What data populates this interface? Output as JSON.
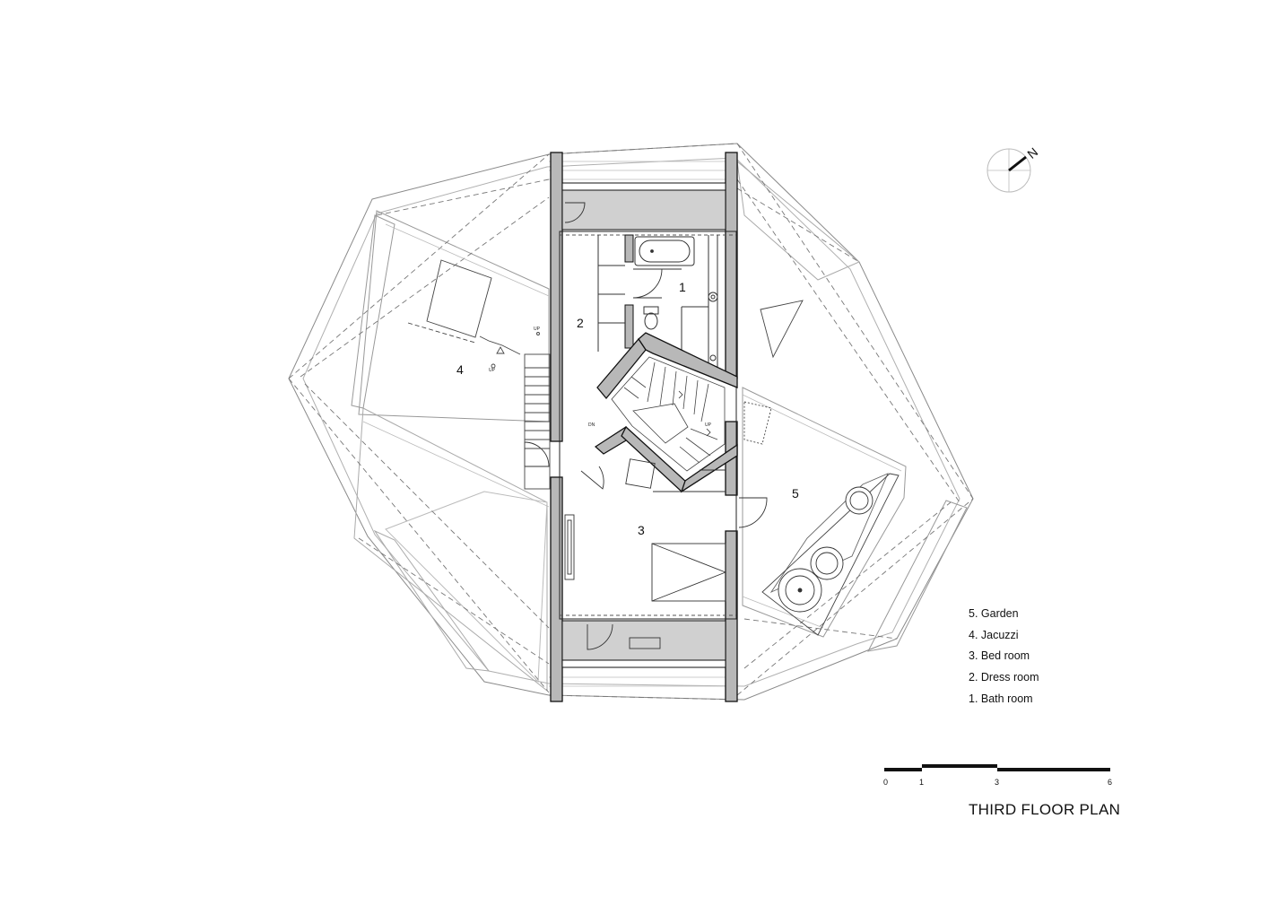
{
  "title": "THIRD FLOOR PLAN",
  "compass": {
    "label": "N"
  },
  "rooms": [
    {
      "number": "1"
    },
    {
      "number": "2"
    },
    {
      "number": "3"
    },
    {
      "number": "4"
    },
    {
      "number": "5"
    }
  ],
  "legend": [
    "5. Garden",
    "4. Jacuzzi",
    "3. Bed room",
    "2. Dress room",
    "1. Bath room"
  ],
  "scale_bar": {
    "ticks": [
      "0",
      "1",
      "3",
      "6"
    ]
  },
  "annotations": {
    "up": "UP",
    "dn": "DN"
  },
  "colors": {
    "line": "#555555",
    "wall_fill": "#b8b8b8",
    "dark": "#111111"
  }
}
